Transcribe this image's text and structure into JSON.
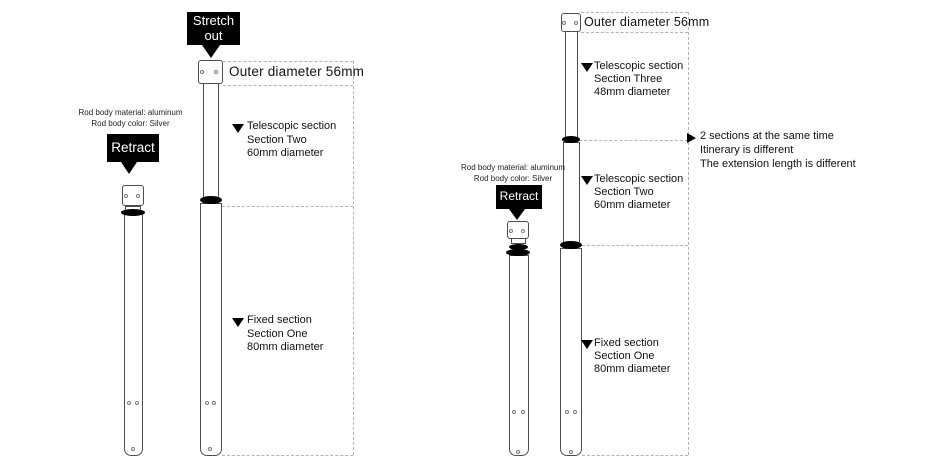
{
  "palette": {
    "ink": "#111111",
    "outline": "#4d4d4d",
    "dash": "#b3b3b3",
    "callout_bg": "#000000",
    "callout_text": "#ffffff"
  },
  "left": {
    "stretch_bubble": {
      "line1": "Stretch",
      "line2": "out"
    },
    "retract_bubble": {
      "label": "Retract"
    },
    "rod_note": {
      "line1": "Rod body material: aluminum",
      "line2": "Rod body color: Silver"
    },
    "outer_diameter_label": "Outer diameter 56mm",
    "sections": [
      {
        "lines": [
          "Telescopic section",
          "Section Two",
          "60mm diameter"
        ]
      },
      {
        "lines": [
          "Fixed section",
          "Section One",
          "80mm diameter"
        ]
      }
    ]
  },
  "right": {
    "retract_bubble": {
      "label": "Retract"
    },
    "rod_note": {
      "line1": "Rod body material: aluminum",
      "line2": "Rod body color: Silver"
    },
    "outer_diameter_label": "Outer diameter 56mm",
    "sections": [
      {
        "lines": [
          "Telescopic section",
          "Section Three",
          "48mm diameter"
        ]
      },
      {
        "lines": [
          "Telescopic section",
          "Section Two",
          "60mm diameter"
        ]
      },
      {
        "lines": [
          "Fixed section",
          "Section One",
          "80mm diameter"
        ]
      }
    ],
    "comparison_note": {
      "lines": [
        "2 sections at the same time",
        "Itinerary is different",
        "The extension length is different"
      ]
    }
  }
}
